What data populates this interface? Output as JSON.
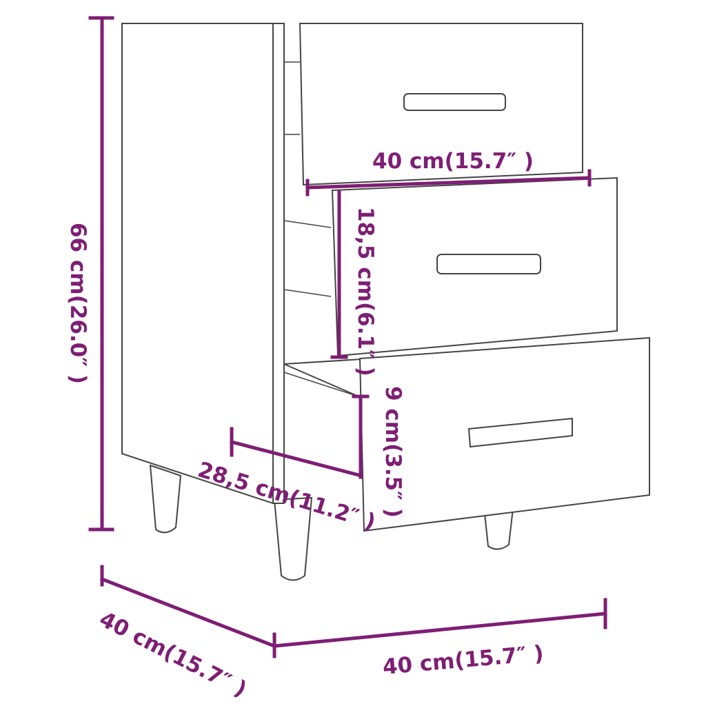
{
  "colors": {
    "dimension": "#7e1e74",
    "outline": "#444444"
  },
  "dimensions": {
    "total_height": "66 cm(26.0″ )",
    "drawer_width": "40 cm(15.7″ )",
    "drawer_front_height": "18,5 cm(6.1″ )",
    "drawer_inner_height": "9 cm(3.5″ )",
    "drawer_depth": "28,5 cm(11.2″ )",
    "cabinet_depth": "40 cm(15.7″ )",
    "cabinet_width": "40 cm(15.7″ )"
  }
}
